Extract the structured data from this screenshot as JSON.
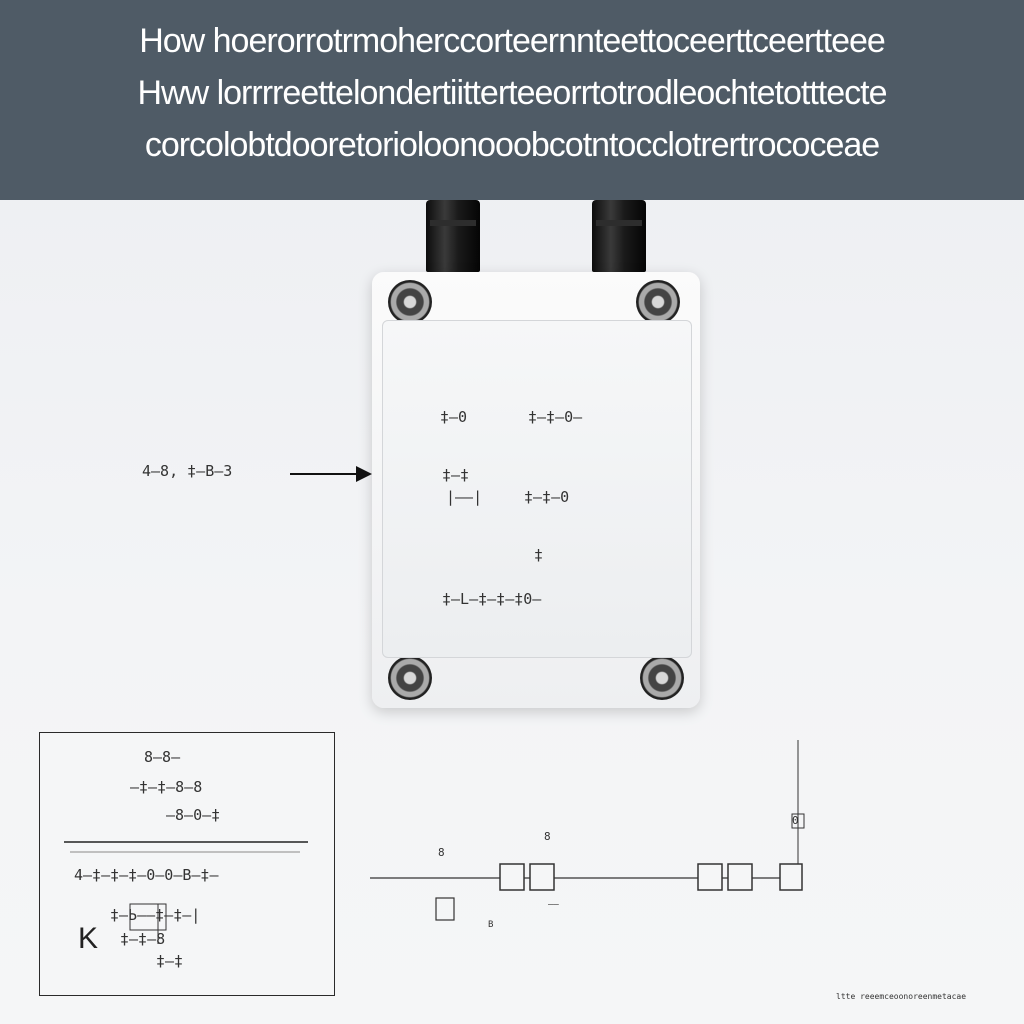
{
  "banner": {
    "lines": [
      "How  hoerorrotrmoherccorteernnteettoceerttceertteee",
      "Hww  lorrrreettelondertiitterteeorrtotrodleochtetotttecte",
      "corcolobtdooretorioloonooobcotntocclotrertrococeae"
    ]
  },
  "enclosure": {
    "row1": [
      "‡—0",
      "‡—‡—0—"
    ],
    "row2a": "‡—‡",
    "row2b": [
      "|——|",
      "‡—‡—0"
    ],
    "mark": "‡",
    "row3": "‡—L—‡—‡—‡0—"
  },
  "left_label": "4—8,  ‡—B—3",
  "inset": {
    "r1": "8—8—",
    "r2": "—‡—‡—8—8",
    "r3": "—8—0—‡",
    "r4": "4—‡—‡—‡—0—0—B—‡—",
    "r5": "‡—Ь——‡—‡—|",
    "r6": "‡—‡—8",
    "r7": "‡—‡",
    "k_label": "K"
  },
  "bottom_circuit": {
    "mark_left": "8",
    "mark_top": "8",
    "sub_label": "——",
    "sub_label2": "B",
    "top_right": "0"
  },
  "footer": "ltte  reeemceoonoreenmetacae"
}
